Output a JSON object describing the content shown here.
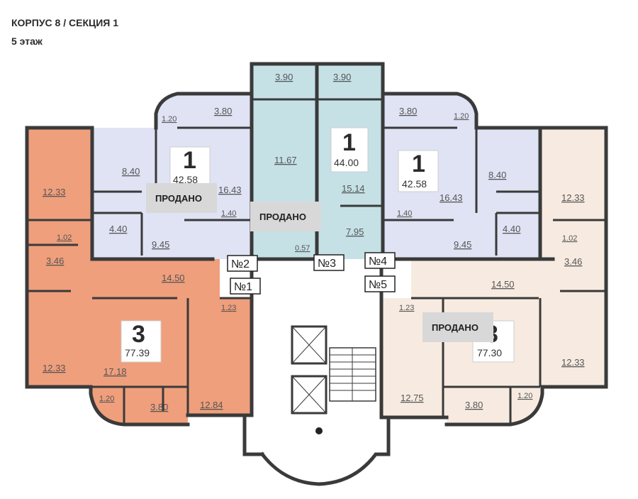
{
  "header": {
    "building": "КОРПУС 8 / СЕКЦИЯ 1",
    "floor": "5 этаж"
  },
  "sold_label": "ПРОДАНО",
  "colors": {
    "three_room_left": "#ef9f7c",
    "one_room": "#dfe3f4",
    "one_room_selected": "#c5e1e6",
    "three_room_right": "#f7ebe1",
    "wall": "#3a3a3a",
    "sold_badge": "#d8d8d8"
  },
  "apartments": [
    {
      "number": "№1",
      "rooms": "3",
      "area": "77.39"
    },
    {
      "number": "№2",
      "rooms": "1",
      "area": "42.58"
    },
    {
      "number": "№3",
      "rooms": "1",
      "area": "44.00"
    },
    {
      "number": "№4",
      "rooms": "1",
      "area": "42.58"
    },
    {
      "number": "№5",
      "rooms": "3",
      "area": "77.30"
    }
  ],
  "rooms": {
    "a1": [
      "12.33",
      "1.02",
      "3.46",
      "14.50",
      "1.23",
      "12.33",
      "17.18",
      "1.20",
      "3.80",
      "12.84"
    ],
    "a2": [
      "1.20",
      "3.80",
      "8.40",
      "16.43",
      "1.40",
      "4.40",
      "9.45"
    ],
    "a3": [
      "3.90",
      "3.90",
      "11.67",
      "15.14",
      "7.95",
      "0.57"
    ],
    "a4": [
      "3.80",
      "1.20",
      "8.40",
      "16.43",
      "1.40",
      "4.40",
      "9.45"
    ],
    "a5": [
      "12.33",
      "1.02",
      "3.46",
      "14.50",
      "1.23",
      "12.33",
      "12.75",
      "3.80",
      "1.20"
    ]
  }
}
